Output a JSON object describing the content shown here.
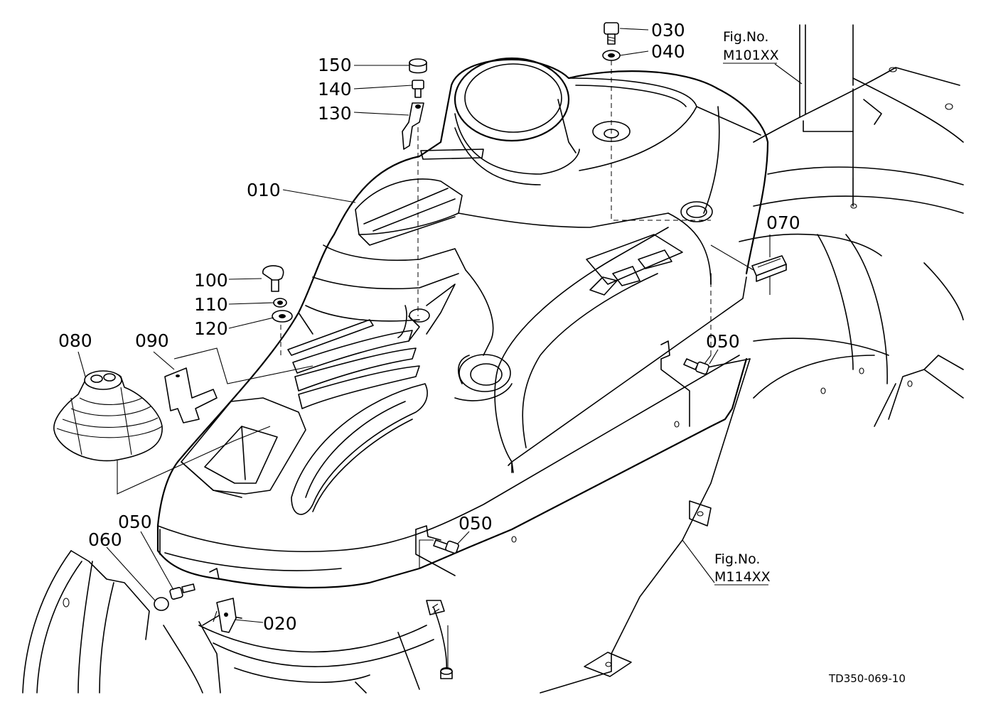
{
  "diagram": {
    "callouts": [
      {
        "id": "c030",
        "text": "030"
      },
      {
        "id": "c040",
        "text": "040"
      },
      {
        "id": "c150",
        "text": "150"
      },
      {
        "id": "c140",
        "text": "140"
      },
      {
        "id": "c130",
        "text": "130"
      },
      {
        "id": "c010",
        "text": "010"
      },
      {
        "id": "c070",
        "text": "070"
      },
      {
        "id": "c100",
        "text": "100"
      },
      {
        "id": "c110",
        "text": "110"
      },
      {
        "id": "c120",
        "text": "120"
      },
      {
        "id": "c080",
        "text": "080"
      },
      {
        "id": "c090",
        "text": "090"
      },
      {
        "id": "c050a",
        "text": "050"
      },
      {
        "id": "c050b",
        "text": "050"
      },
      {
        "id": "c050c",
        "text": "050"
      },
      {
        "id": "c060",
        "text": "060"
      },
      {
        "id": "c020",
        "text": "020"
      }
    ],
    "figure_refs": [
      {
        "label": "Fig.No.",
        "code": "M101XX"
      },
      {
        "label": "Fig.No.",
        "code": "M114XX"
      }
    ],
    "drawing_code": "TD350-069-10"
  }
}
